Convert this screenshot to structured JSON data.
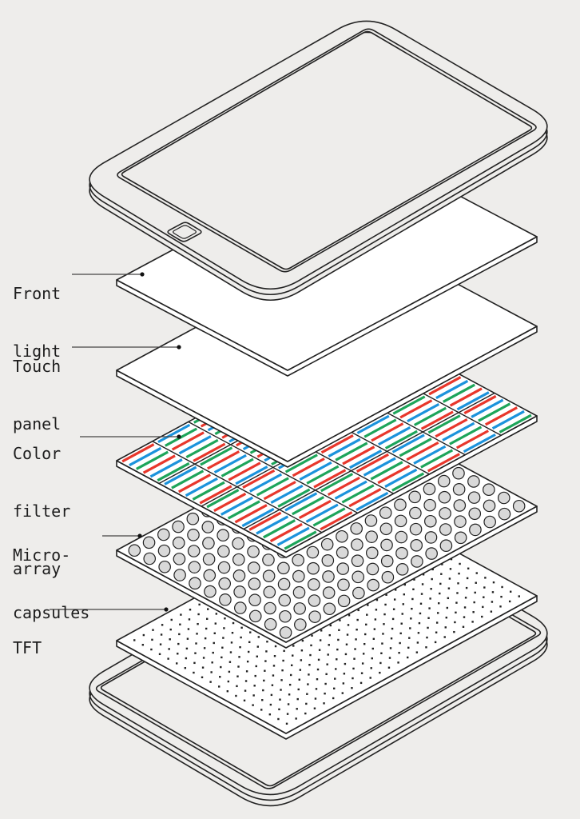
{
  "colors": {
    "background": "#eeedeb",
    "stroke": "#222222",
    "panel": "#ffffff",
    "capsule": "#d9d9d9",
    "red": "#e8372c",
    "green": "#1ea55a",
    "blue": "#1c93dc"
  },
  "labels": [
    {
      "id": "front-light",
      "lines": [
        "Front",
        "light"
      ]
    },
    {
      "id": "touch-panel",
      "lines": [
        "Touch",
        "panel"
      ]
    },
    {
      "id": "color-filter-array",
      "lines": [
        "Color",
        "filter",
        "array"
      ]
    },
    {
      "id": "microcapsules",
      "lines": [
        "Micro-",
        "capsules"
      ]
    },
    {
      "id": "tft",
      "lines": [
        "TFT"
      ]
    }
  ]
}
